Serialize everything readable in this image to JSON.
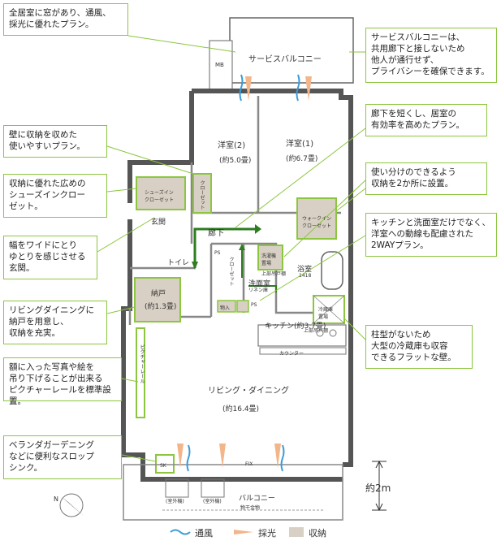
{
  "callouts": {
    "left_1": "全居室に窓があり、通風、\n採光に優れたプラン。",
    "left_2": "壁に収納を収めた\n使いやすいプラン。",
    "left_3": "収納に優れた広めの\nシューズインクロー\nゼット。",
    "left_4": "幅をワイドにとり\nゆとりを感じさせる\n玄関。",
    "left_5": "リビングダイニングに\n納戸を用意し、\n収納を充実。",
    "left_6": "額に入った写真や絵を\n吊り下げることが出来る\nピクチャーレールを標準設置。",
    "left_7": "ベランダガーデニング\nなどに便利なスロップ\nシンク。",
    "right_1": "サービスバルコニーは、\n共用廊下と接しないため\n他人が通行せず、\nプライバシーを確保できます。",
    "right_2": "廊下を短くし、居室の\n有効率を高めたプラン。",
    "right_3": "使い分けのできるよう\n収納を2か所に設置。",
    "right_4": "キッチンと洗面室だけでなく、\n洋室への動線も配慮された\n2WAYプラン。",
    "right_5": "柱型がないため\n大型の冷蔵庫も収容\nできるフラットな壁。"
  },
  "rooms": {
    "service_balcony": "サービスバルコニー",
    "mb": "MB",
    "western_2": "洋室(2)",
    "western_2_size": "(約5.0畳)",
    "western_1": "洋室(1)",
    "western_1_size": "(約6.7畳)",
    "shoes_in_closet": "シューズイン\nクローゼット",
    "closet": "クローゼット",
    "entrance": "玄関",
    "walk_in_closet": "ウォークイン\nクローゼット",
    "hallway": "廊下",
    "toilet": "トイレ",
    "ps": "PS",
    "closet_small": "クローゼット",
    "washer": "洗濯機\n置場",
    "upper_shelf": "上部吊戸棚",
    "bathroom": "浴室",
    "bath_size": "1418",
    "linen": "リネン庫",
    "washroom": "洗面室",
    "storage_label": "物入",
    "ps2": "PS",
    "nando": "納戸",
    "nando_size": "(約1.3畳)",
    "fridge": "冷蔵庫\n置場",
    "kitchen": "キッチン(約3.7畳)",
    "upper_cabinet": "上部吊戸棚",
    "counter": "カウンター",
    "picture_rail": "ピクチャーレール",
    "living_dining": "リビング・ダイニング",
    "ld_size": "(約16.4畳)",
    "sk": "SK",
    "fix": "FIX",
    "ac1": "(室外機)",
    "ac2": "(室外機)",
    "balcony": "バルコニー",
    "eaves": "物干金物"
  },
  "scale": "約2m",
  "compass": "N",
  "legend": {
    "wind": "通風",
    "light": "採光",
    "storage": "収納"
  },
  "colors": {
    "callout_border": "#8cc63f",
    "storage": "#d8d0c4",
    "wind": "#3a9bd9",
    "light": "#f3b58a",
    "arrow": "#2e7d1f"
  }
}
